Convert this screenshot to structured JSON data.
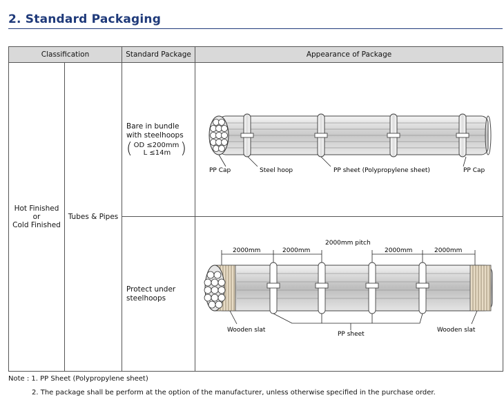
{
  "page": {
    "title": "2. Standard Packaging"
  },
  "table": {
    "headers": {
      "classification": "Classification",
      "standard_package": "Standard Package",
      "appearance": "Appearance of Package"
    },
    "classification_finish": [
      "Hot Finished",
      "or",
      "Cold Finished"
    ],
    "classification_product": "Tubes & Pipes",
    "rows": [
      {
        "package_lines": [
          "Bare in bundle",
          "with steelhoops"
        ],
        "spec_od": "OD ≤200mm",
        "spec_l": "L ≤14m",
        "labels": {
          "pp_cap_left": "PP Cap",
          "steel_hoop": "Steel hoop",
          "pp_sheet": "PP sheet  (Polypropylene sheet)",
          "pp_cap_right": "PP Cap"
        }
      },
      {
        "package_lines": [
          "Protect under",
          "steelhoops"
        ],
        "labels": {
          "pitch": "2000mm  pitch",
          "dim": "2000mm",
          "wooden_left": "Wooden slat",
          "pp_sheet": "PP sheet",
          "wooden_right": "Wooden slat"
        }
      }
    ]
  },
  "notes": {
    "prefix": "Note : ",
    "line1": "1. PP Sheet (Polypropylene sheet)",
    "line2": "2. The package shall be perform at the option of the manufacturer, unless otherwise specified in the purchase order."
  }
}
